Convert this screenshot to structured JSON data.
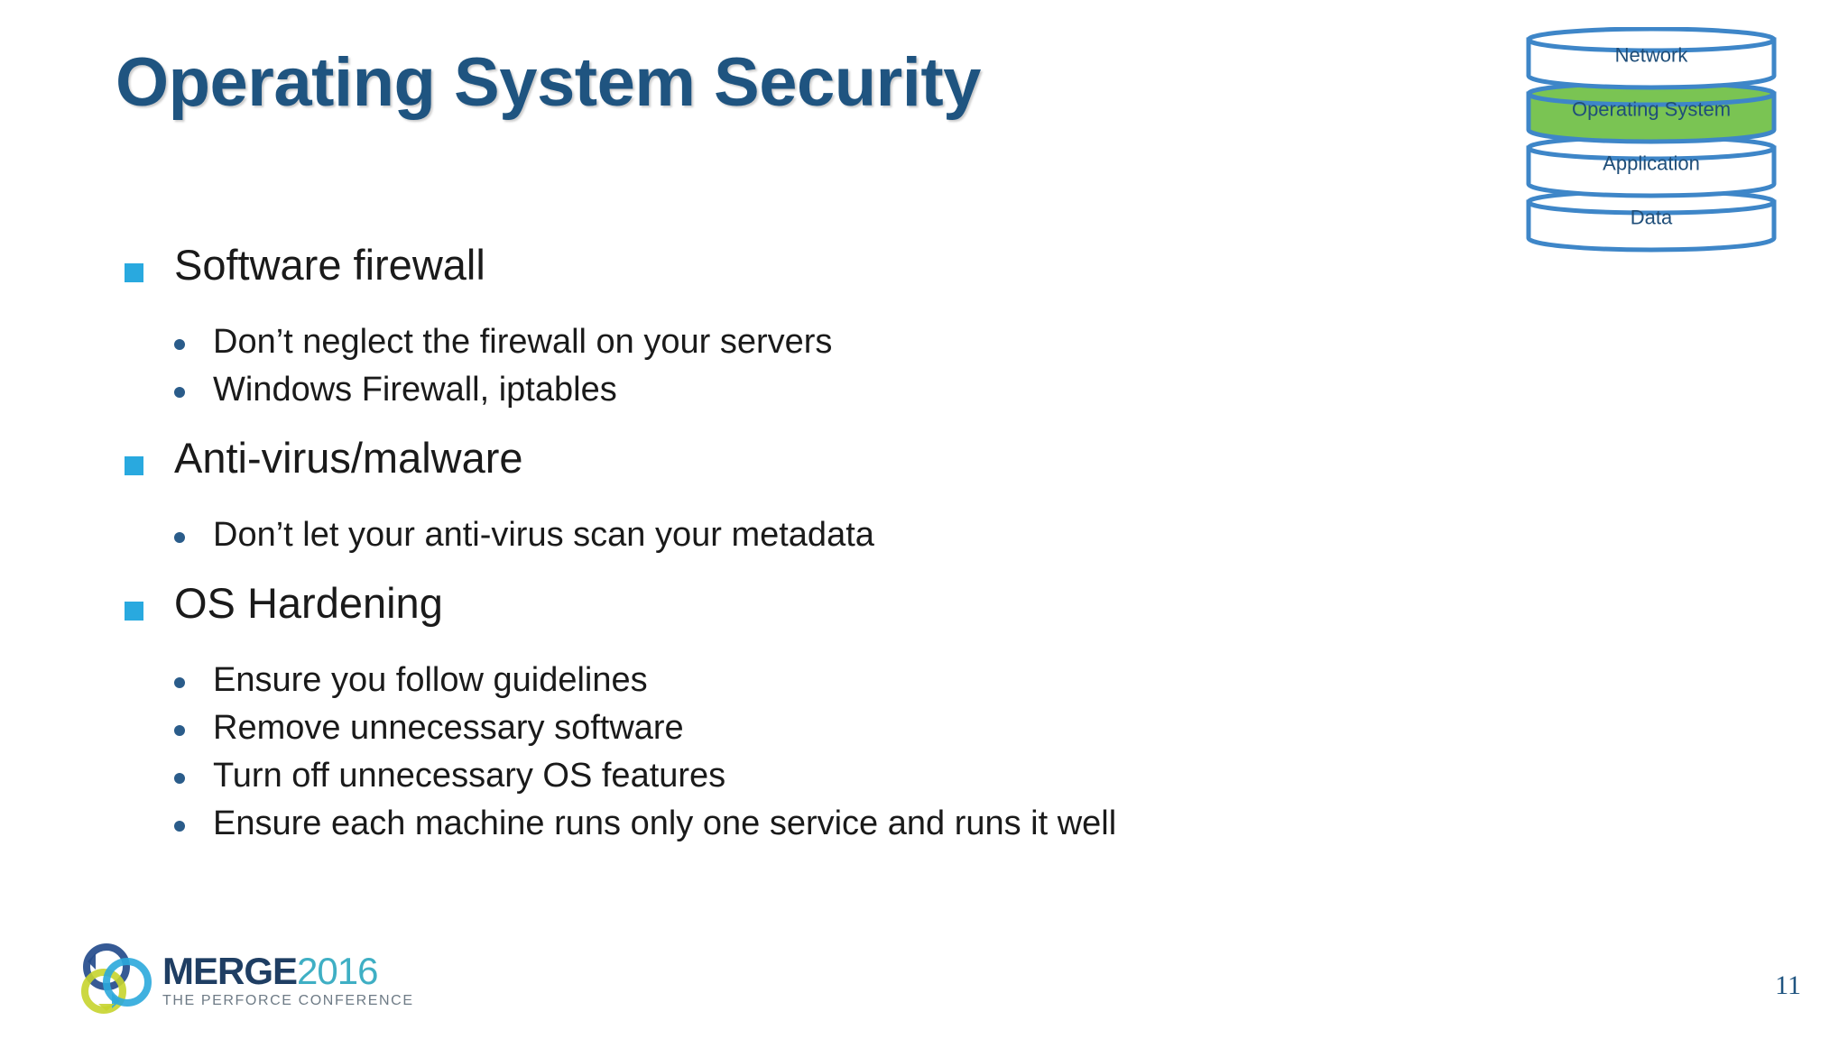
{
  "slide": {
    "title": "Operating System Security",
    "page_number": "11",
    "background_color": "#ffffff",
    "title_color": "#1F5480"
  },
  "content": {
    "bullets": [
      {
        "level": 1,
        "marker": "square-bullet-icon",
        "text": "Software firewall"
      },
      {
        "level": 2,
        "marker": "dot-bullet-icon",
        "text": "Don’t neglect the firewall on your servers"
      },
      {
        "level": 2,
        "marker": "dot-bullet-icon",
        "text": "Windows Firewall, iptables"
      },
      {
        "level": 1,
        "marker": "square-bullet-icon",
        "text": "Anti-virus/malware"
      },
      {
        "level": 2,
        "marker": "dot-bullet-icon",
        "text": "Don’t let your anti-virus scan your metadata"
      },
      {
        "level": 1,
        "marker": "square-bullet-icon",
        "text": "OS Hardening"
      },
      {
        "level": 2,
        "marker": "dot-bullet-icon",
        "text": "Ensure you follow guidelines"
      },
      {
        "level": 2,
        "marker": "dot-bullet-icon",
        "text": "Remove unnecessary software"
      },
      {
        "level": 2,
        "marker": "dot-bullet-icon",
        "text": "Turn off unnecessary OS features"
      },
      {
        "level": 2,
        "marker": "dot-bullet-icon",
        "text": "Ensure each machine runs only one service and runs it well"
      }
    ],
    "marker_colors": {
      "level1_square": "#29A9DF",
      "level2_dot": "#2A5C8A"
    }
  },
  "stack_diagram": {
    "name": "security-layers-stack",
    "stroke_color": "#3E86C8",
    "highlight_color": "#7AC453",
    "label_color": "#1F4E79",
    "layers": [
      {
        "label": "Network",
        "highlighted": false
      },
      {
        "label": "Operating System",
        "highlighted": true
      },
      {
        "label": "Application",
        "highlighted": false
      },
      {
        "label": "Data",
        "highlighted": false
      }
    ]
  },
  "logo": {
    "brand": "MERGE",
    "year": "2016",
    "tagline": "THE PERFORCE CONFERENCE",
    "brand_color": "#1F3E63",
    "year_color": "#3FAFC4",
    "tagline_color": "#6E7B86",
    "ring_colors": {
      "top_left": "#254C8C",
      "bottom_left": "#C6D42E",
      "right": "#2BA8DC"
    }
  }
}
